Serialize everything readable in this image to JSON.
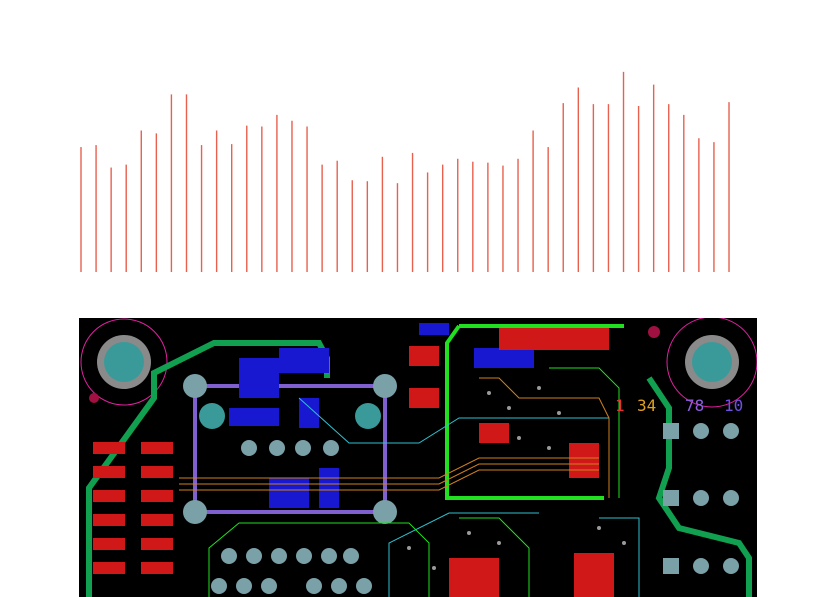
{
  "chart_data": {
    "type": "bar",
    "title": "",
    "xlabel": "",
    "ylabel": "",
    "ylim": [
      0,
      210
    ],
    "grid": false,
    "legend": "none",
    "bar_color": "#e8604e",
    "values": [
      128,
      130,
      107,
      110,
      145,
      142,
      182,
      182,
      130,
      145,
      131,
      150,
      149,
      161,
      155,
      149,
      110,
      114,
      94,
      93,
      118,
      91,
      122,
      102,
      110,
      116,
      113,
      112,
      109,
      116,
      145,
      128,
      173,
      189,
      172,
      172,
      205,
      170,
      192,
      172,
      161,
      137,
      133,
      174
    ]
  },
  "pcb": {
    "layer_labels": [
      {
        "text": "1",
        "color": "#e83030"
      },
      {
        "text": "34",
        "color": "#e0a020"
      },
      {
        "text": "78",
        "color": "#9060e0"
      },
      {
        "text": "10",
        "color": "#7050e0"
      }
    ],
    "colors": {
      "board": "#000000",
      "copper_top": "#d01818",
      "copper_bottom": "#1818d0",
      "trace_green": "#10a050",
      "trace_bright": "#20e020",
      "trace_orange": "#d08020",
      "trace_cyan": "#30c0d0",
      "via": "#7aa0a8",
      "outline_purple": "#8060d0",
      "keepout_magenta": "#e020a0"
    }
  }
}
